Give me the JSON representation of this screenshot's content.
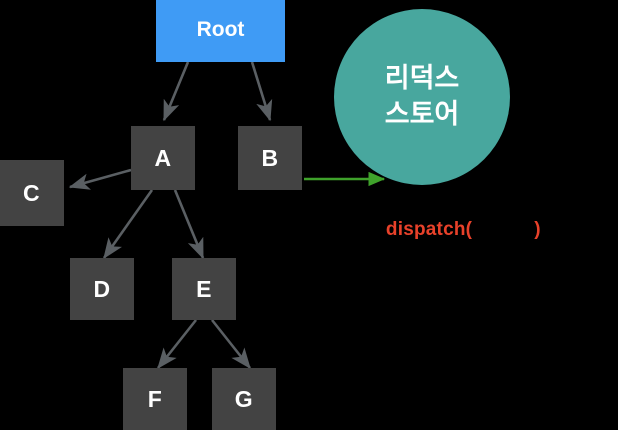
{
  "diagram": {
    "title": "redux-store-dispatch-component-tree",
    "background_color": "#000000",
    "colors": {
      "root_node": "#3F9BF5",
      "tree_node": "#434343",
      "store_circle": "#48A79E",
      "edge_arrow": "#5A5F63",
      "dispatch_arrow": "#3FA22B",
      "dispatch_text": "#E8412A",
      "node_text": "#FFFFFF"
    },
    "root": {
      "label": "Root"
    },
    "nodes": [
      {
        "id": "A",
        "label": "A"
      },
      {
        "id": "B",
        "label": "B"
      },
      {
        "id": "C",
        "label": "C"
      },
      {
        "id": "D",
        "label": "D"
      },
      {
        "id": "E",
        "label": "E"
      },
      {
        "id": "F",
        "label": "F"
      },
      {
        "id": "G",
        "label": "G"
      }
    ],
    "edges": [
      {
        "from": "Root",
        "to": "A"
      },
      {
        "from": "Root",
        "to": "B"
      },
      {
        "from": "A",
        "to": "C"
      },
      {
        "from": "A",
        "to": "D"
      },
      {
        "from": "A",
        "to": "E"
      },
      {
        "from": "E",
        "to": "F"
      },
      {
        "from": "E",
        "to": "G"
      }
    ],
    "store": {
      "line1": "리덕스",
      "line2": "스토어"
    },
    "dispatch": {
      "prefix": "dispatch(",
      "argument": "",
      "suffix": ")",
      "from": "B",
      "to": "store"
    }
  }
}
